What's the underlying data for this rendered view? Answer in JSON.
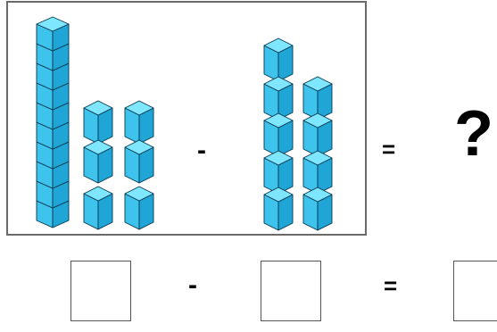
{
  "problem": {
    "colors": {
      "cube_top": "#7fe6ff",
      "cube_left": "#3ec3ec",
      "cube_right": "#1fa5d6",
      "cube_edge": "#08384e",
      "frame": "#6a6a6a"
    },
    "minuend": {
      "tens": 1,
      "ones": 6
    },
    "subtrahend": {
      "tens": 0,
      "ones": 9
    },
    "minus_symbol": "-",
    "equals_symbol": "=",
    "unknown_symbol": "?"
  },
  "answer_row": {
    "minus_symbol": "-",
    "equals_symbol": "=",
    "box_1_value": "",
    "box_2_value": "",
    "box_3_value": ""
  }
}
